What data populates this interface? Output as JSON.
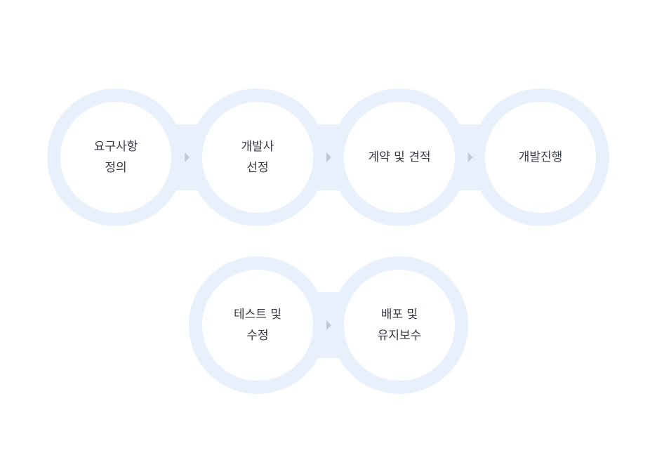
{
  "colors": {
    "ring": "#e8f0fc",
    "arrow": "#c3c7cf",
    "text": "#363b45"
  },
  "steps": [
    {
      "label": "요구사항\n정의"
    },
    {
      "label": "개발사\n선정"
    },
    {
      "label": "계약 및 견적"
    },
    {
      "label": "개발진행"
    },
    {
      "label": "테스트 및\n수정"
    },
    {
      "label": "배포 및\n유지보수"
    }
  ]
}
